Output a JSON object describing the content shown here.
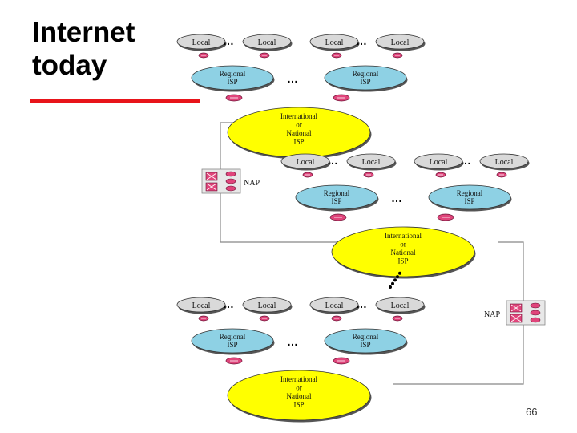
{
  "slide": {
    "title": "Internet\ntoday",
    "page_number": "66"
  },
  "labels": {
    "local": "Local",
    "regional": [
      "Regional",
      "ISP"
    ],
    "national": [
      "International",
      "or",
      "National",
      "ISP"
    ],
    "nap": "NAP",
    "ellipsis": "…"
  },
  "colors": {
    "accent_rule": "#e8141a",
    "local_fill": "#d9d9d9",
    "regional_fill": "#8ed1e4",
    "national_fill": "#ffff00",
    "router_fill": "#e0457b",
    "line": "#888888"
  },
  "icons": {
    "router": "router-icon",
    "nap": "nap-switch-icon"
  }
}
